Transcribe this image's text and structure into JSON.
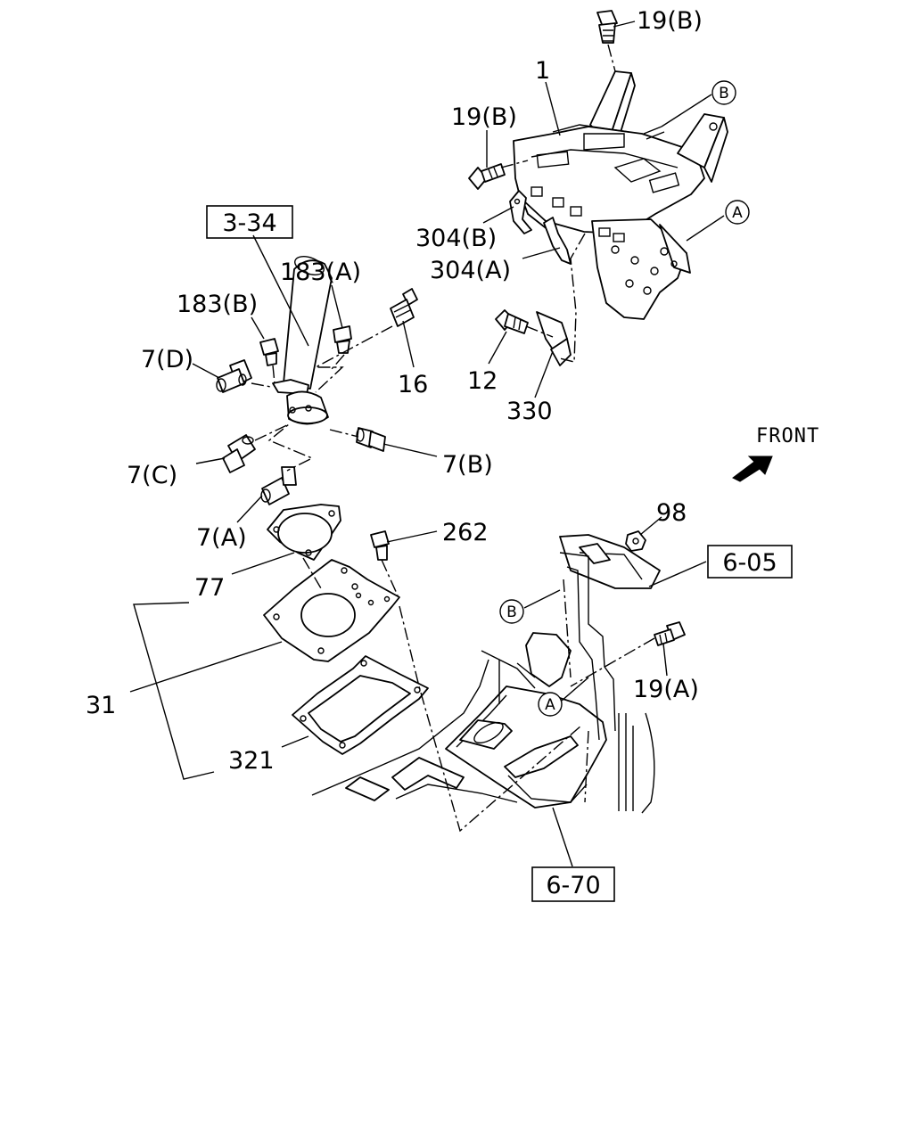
{
  "labels": {
    "l19b_top": "19(B)",
    "l1": "1",
    "l19b_left": "19(B)",
    "l334": "3-34",
    "l304b": "304(B)",
    "l304a": "304(A)",
    "l183a": "183(A)",
    "l183b": "183(B)",
    "l7d": "7(D)",
    "l16": "16",
    "l12": "12",
    "l330": "330",
    "l7c": "7(C)",
    "l7b": "7(B)",
    "l7a": "7(A)",
    "l262": "262",
    "l98": "98",
    "l605": "6-05",
    "l77": "77",
    "l31": "31",
    "l19a": "19(A)",
    "l321": "321",
    "l670": "6-70",
    "front": "FRONT",
    "ref_a": "A",
    "ref_b": "B"
  },
  "colors": {
    "ink": "#000000",
    "paper": "#ffffff"
  }
}
